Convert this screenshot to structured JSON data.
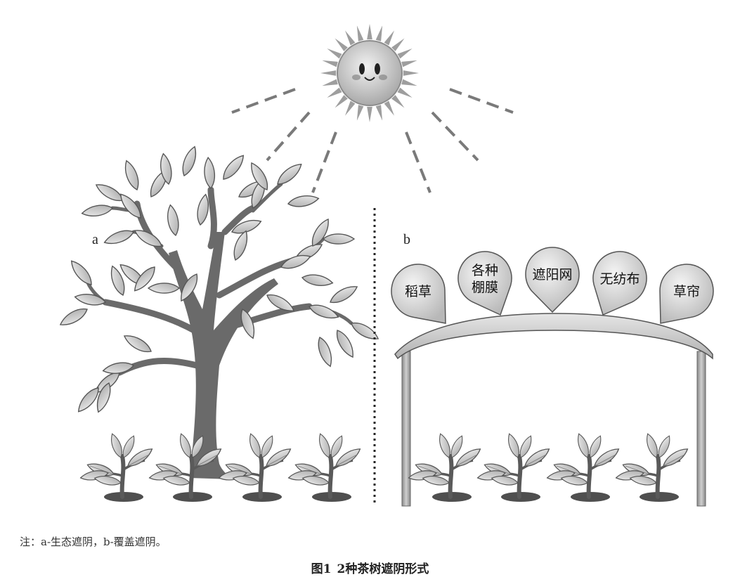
{
  "panels": {
    "a": "a",
    "b": "b"
  },
  "cover_materials": [
    "稻草",
    "各种\n棚膜",
    "遮阳网",
    "无纺布",
    "草帘"
  ],
  "note": "注：a-生态遮阴，b-覆盖遮阴。",
  "caption": {
    "number": "图1",
    "text": "2种茶树遮阴形式"
  },
  "colors": {
    "trunk": "#6d6d6d",
    "leaf_fill": "#d9d9d9",
    "leaf_stroke": "#555555",
    "sun": "#b5b5b5"
  }
}
